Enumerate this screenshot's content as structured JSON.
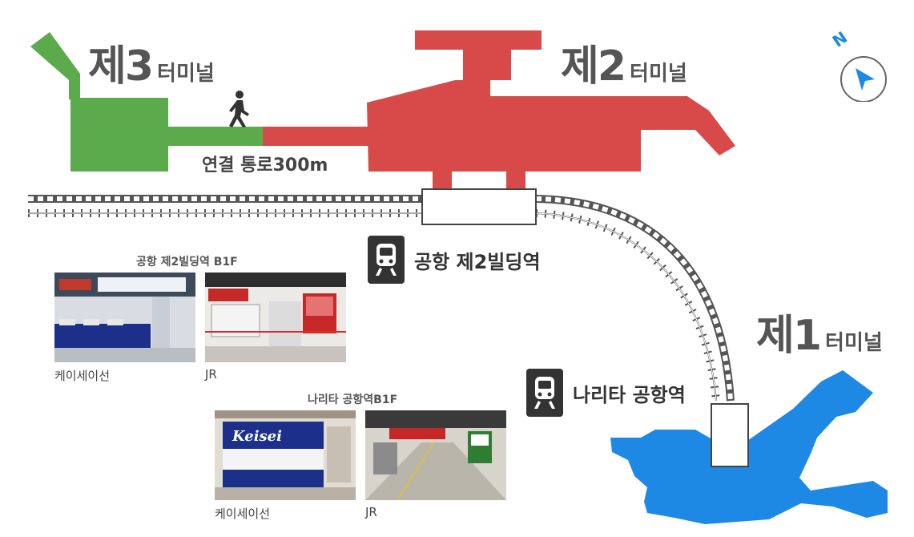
{
  "terminals": {
    "t3": {
      "number": "제3",
      "suffix": "터미널",
      "color": "#5bab4d"
    },
    "t2": {
      "number": "제2",
      "suffix": "터미널",
      "color": "#d84a4a"
    },
    "t1": {
      "number": "제1",
      "suffix": "터미널",
      "color": "#1e88e5"
    }
  },
  "walkway": {
    "label": "연결 통로300m",
    "icon": "pedestrian-icon"
  },
  "compass": {
    "label": "N",
    "icon": "north-arrow-icon"
  },
  "stations": {
    "bldg2": {
      "name": "공항 제2빌딩역",
      "icon": "train-icon"
    },
    "narita": {
      "name": "나리타 공항역",
      "icon": "train-icon"
    }
  },
  "photo_groups": {
    "bldg2": {
      "title": "공항 제2빌딩역 B1F",
      "photos": [
        {
          "caption": "케이세이선"
        },
        {
          "caption": "JR"
        }
      ]
    },
    "narita": {
      "title": "나리타 공항역B1F",
      "photos": [
        {
          "caption": "케이세이선",
          "sign": "Keisei"
        },
        {
          "caption": "JR"
        }
      ]
    }
  },
  "colors": {
    "rail": "#555555",
    "label": "#555555",
    "station_icon": "#333333"
  }
}
